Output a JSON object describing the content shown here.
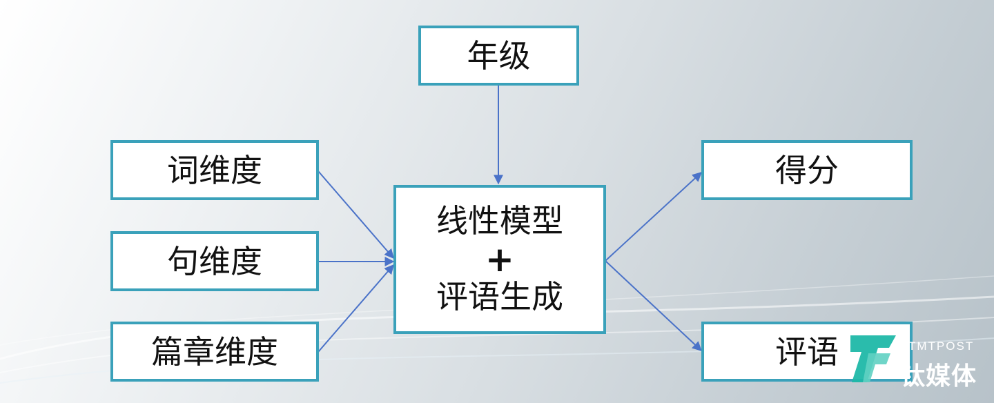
{
  "diagram": {
    "inputs": [
      {
        "id": "word",
        "label": "词维度"
      },
      {
        "id": "sentence",
        "label": "句维度"
      },
      {
        "id": "passage",
        "label": "篇章维度"
      }
    ],
    "top": {
      "label": "年级"
    },
    "center": {
      "line1": "线性模型",
      "plus": "+",
      "line2": "评语生成"
    },
    "outputs": [
      {
        "id": "score",
        "label": "得分"
      },
      {
        "id": "comment",
        "label": "评语"
      }
    ],
    "colors": {
      "box_border": "#3aa1ba",
      "arrow": "#4a72c8",
      "logo_teal": "#1fb8a8"
    }
  },
  "watermark": {
    "en": "TMTPOST",
    "cn": "钛媒体",
    "icon": "tmtpost-logo-icon"
  }
}
